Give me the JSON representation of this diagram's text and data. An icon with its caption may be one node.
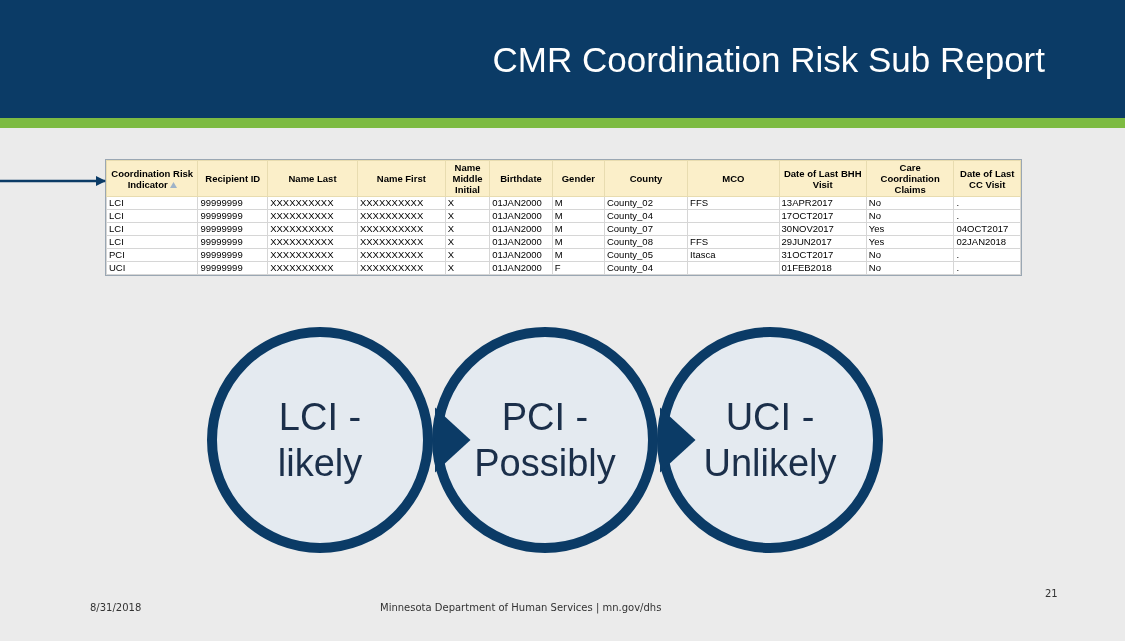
{
  "diagram": {
    "title": "CMR Coordination Risk Sub Report",
    "nodes": [
      {
        "text": [],
        "shape": "box"
      },
      {
        "text": [
          "LCI - likely"
        ]
      },
      {
        "text": [
          "PCI - Possibly"
        ]
      },
      {
        "text": [
          "UCI - Unlikely"
        ]
      }
    ],
    "edges": [
      {
        "from": null,
        "to": 0,
        "arrow": "to"
      },
      {
        "from": 1,
        "to": 2,
        "arrow": "to"
      },
      {
        "from": 2,
        "to": 3,
        "arrow": "to"
      }
    ],
    "labels": [
      "Coordination Risk Indicator",
      "Recipient ID",
      "Name Last",
      "Name First",
      "Name Middle Initial",
      "Birthdate",
      "Gender",
      "County",
      "MCO",
      "Date of Last BHH Visit",
      "Care Coordination Claims",
      "Date of Last CC Visit",
      "LCI",
      "99999999",
      "XXXXXXXXXX",
      "XXXXXXXXXX",
      "X",
      "01JAN2000",
      "M",
      "County_02",
      "FFS",
      "13APR2017",
      "No",
      ".",
      "LCI",
      "99999999",
      "XXXXXXXXXX",
      "XXXXXXXXXX",
      "X",
      "01JAN2000",
      "M",
      "County_04",
      "17OCT2017",
      "No",
      ".",
      "LCI",
      "99999999",
      "XXXXXXXXXX",
      "XXXXXXXXXX",
      "X",
      "01JAN2000",
      "M",
      "County_07",
      "30NOV2017",
      "Yes",
      "04OCT2017",
      "LCI",
      "99999999",
      "XXXXXXXXXX",
      "XXXXXXXXXX",
      "X",
      "01JAN2000",
      "M",
      "County_08",
      "FFS",
      "29JUN2017",
      "Yes",
      "02JAN2018",
      "PCI",
      "99999999",
      "XXXXXXXXXX",
      "XXXXXXXXXX",
      "X",
      "01JAN2000",
      "M",
      "County_05",
      "Itasca",
      "31OCT2017",
      "No",
      ".",
      "UCI",
      "99999999",
      "XXXXXXXXXX",
      "XXXXXXXXXX",
      "X",
      "01JAN2000",
      "F",
      "County_04",
      "01FEB2018",
      "No",
      ".",
      "8/31/2018",
      "Minnesota Department of Human Services | mn.gov/dhs",
      "21"
    ]
  }
}
